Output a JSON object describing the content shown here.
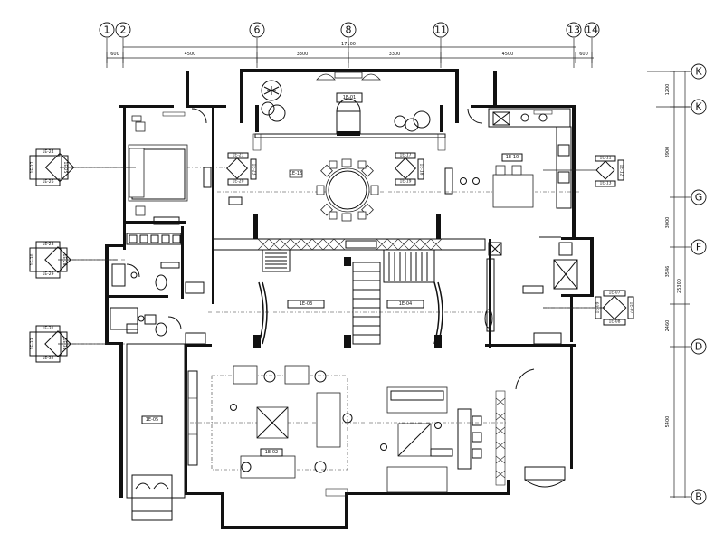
{
  "axes_top": [
    "1",
    "2",
    "6",
    "8",
    "11",
    "13",
    "14"
  ],
  "axes_right": [
    "K",
    "K",
    "G",
    "F",
    "D",
    "B"
  ],
  "dims_top": [
    "600",
    "4500",
    "3300",
    "3300",
    "4500",
    "600"
  ],
  "dim_total_top": "17100",
  "dims_right": [
    "1200",
    "3900",
    "3000",
    "3546",
    "2460",
    "5400"
  ],
  "dim_total_right": "25300",
  "elevation_tags": [
    {
      "top": "1E-24",
      "bottom": "1E-26",
      "left": "1E-27",
      "right": "1E-25"
    },
    {
      "top": "1E-21",
      "bottom": "1E-20",
      "left": "",
      "right": "1E-23"
    },
    {
      "top": "1E-17",
      "bottom": "1E-19",
      "left": "",
      "right": "1E-18"
    },
    {
      "top": "1E-11",
      "bottom": "1E-13",
      "left": "",
      "right": "1E-12"
    },
    {
      "top": "1E-28",
      "bottom": "1E-29",
      "left": "1E-30",
      "right": "1E-28"
    },
    {
      "top": "1E-31",
      "bottom": "1E-32",
      "left": "1E-33",
      "right": "1E-31"
    },
    {
      "top": "1E-07",
      "bottom": "1E-08",
      "left": "1E-09",
      "right": "1E-07"
    }
  ],
  "markers": [
    "1E-01",
    "1E-02",
    "1E-03",
    "1E-04",
    "1E-05"
  ]
}
